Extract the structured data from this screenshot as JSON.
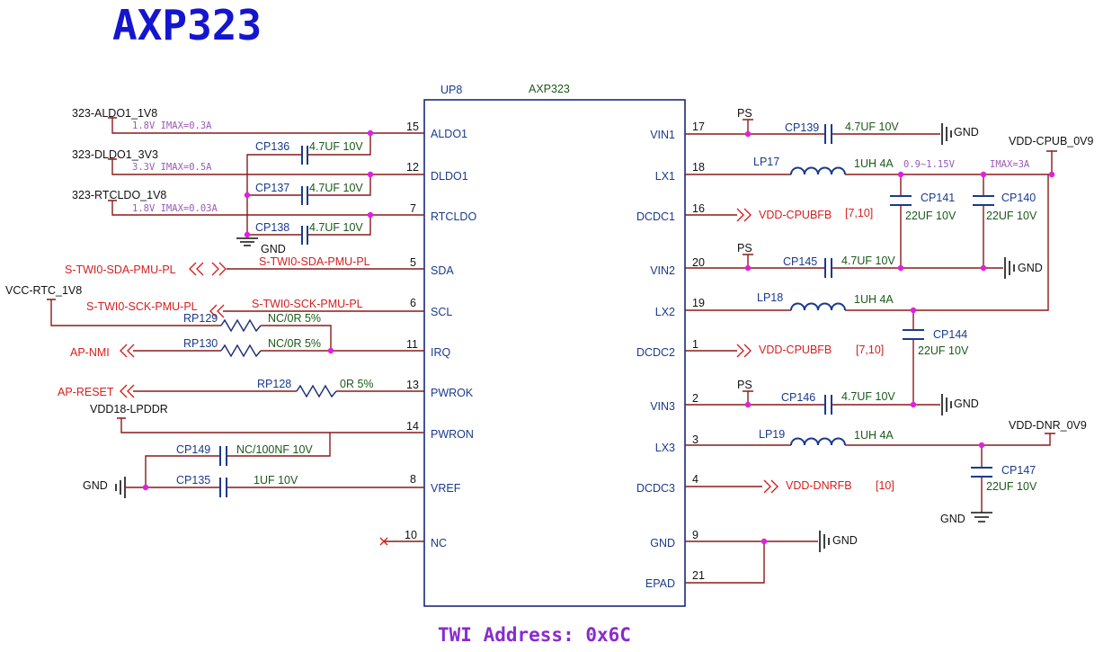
{
  "title": "AXP323",
  "chip": {
    "ref": "UP8",
    "name": "AXP323"
  },
  "footer": "TWI Address: 0x6C",
  "pins_left": [
    {
      "num": "15",
      "name": "ALDO1"
    },
    {
      "num": "12",
      "name": "DLDO1"
    },
    {
      "num": "7",
      "name": "RTCLDO"
    },
    {
      "num": "5",
      "name": "SDA"
    },
    {
      "num": "6",
      "name": "SCL"
    },
    {
      "num": "11",
      "name": "IRQ"
    },
    {
      "num": "13",
      "name": "PWROK"
    },
    {
      "num": "14",
      "name": "PWRON"
    },
    {
      "num": "8",
      "name": "VREF"
    },
    {
      "num": "10",
      "name": "NC"
    }
  ],
  "pins_right": [
    {
      "num": "17",
      "name": "VIN1"
    },
    {
      "num": "18",
      "name": "LX1"
    },
    {
      "num": "16",
      "name": "DCDC1"
    },
    {
      "num": "20",
      "name": "VIN2"
    },
    {
      "num": "19",
      "name": "LX2"
    },
    {
      "num": "1",
      "name": "DCDC2"
    },
    {
      "num": "2",
      "name": "VIN3"
    },
    {
      "num": "3",
      "name": "LX3"
    },
    {
      "num": "4",
      "name": "DCDC3"
    },
    {
      "num": "9",
      "name": "GND"
    },
    {
      "num": "21",
      "name": "EPAD"
    }
  ],
  "nets": {
    "aldo1": "323-ALDO1_1V8",
    "aldo1_note": "1.8V  IMAX=0.3A",
    "dldo1": "323-DLDO1_3V3",
    "dldo1_note": "3.3V  IMAX=0.5A",
    "rtcldo": "323-RTCLDO_1V8",
    "rtcldo_note": "1.8V  IMAX=0.03A",
    "sda_port": "S-TWI0-SDA-PMU-PL",
    "sda_wire": "S-TWI0-SDA-PMU-PL",
    "sck_port": "S-TWI0-SCK-PMU-PL",
    "sck_wire": "S-TWI0-SCK-PMU-PL",
    "vcc_rtc": "VCC-RTC_1V8",
    "ap_nmi": "AP-NMI",
    "ap_reset": "AP-RESET",
    "vdd18": "VDD18-LPDDR",
    "gnd": "GND",
    "ps": "PS",
    "vdd_cpub": "VDD-CPUB_0V9",
    "cpub_note1": "0.9~1.15V",
    "cpub_note2": "IMAX=3A",
    "cpubfb": "VDD-CPUBFB",
    "cpubfb_ref1": "[7,10]",
    "cpubfb_ref2": "[7,10]",
    "vdd_dnr": "VDD-DNR_0V9",
    "dnrfb": "VDD-DNRFB",
    "dnrfb_ref": "[10]"
  },
  "parts": {
    "cp136": {
      "ref": "CP136",
      "val": "4.7UF 10V"
    },
    "cp137": {
      "ref": "CP137",
      "val": "4.7UF 10V"
    },
    "cp138": {
      "ref": "CP138",
      "val": "4.7UF 10V"
    },
    "rp129": {
      "ref": "RP129",
      "val": "NC/0R 5%"
    },
    "rp130": {
      "ref": "RP130",
      "val": "NC/0R 5%"
    },
    "rp128": {
      "ref": "RP128",
      "val": "0R 5%"
    },
    "cp149": {
      "ref": "CP149",
      "val": "NC/100NF 10V"
    },
    "cp135": {
      "ref": "CP135",
      "val": "1UF 10V"
    },
    "cp139": {
      "ref": "CP139",
      "val": "4.7UF 10V"
    },
    "lp17": {
      "ref": "LP17",
      "val": "1UH 4A"
    },
    "cp141": {
      "ref": "CP141",
      "val": "22UF 10V"
    },
    "cp140": {
      "ref": "CP140",
      "val": "22UF 10V"
    },
    "cp145": {
      "ref": "CP145",
      "val": "4.7UF 10V"
    },
    "lp18": {
      "ref": "LP18",
      "val": "1UH 4A"
    },
    "cp144": {
      "ref": "CP144",
      "val": "22UF 10V"
    },
    "cp146": {
      "ref": "CP146",
      "val": "4.7UF 10V"
    },
    "lp19": {
      "ref": "LP19",
      "val": "1UH 4A"
    },
    "cp147": {
      "ref": "CP147",
      "val": "22UF 10V"
    }
  }
}
